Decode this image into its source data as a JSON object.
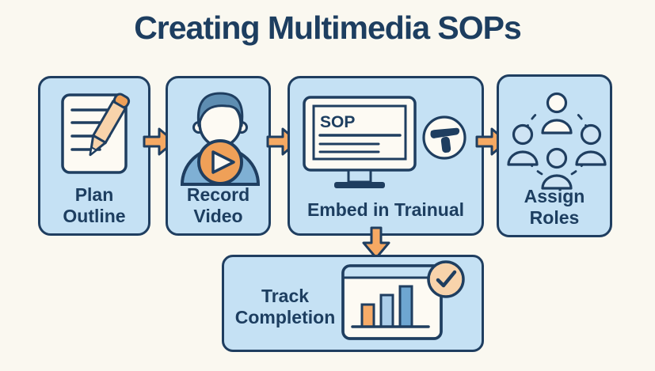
{
  "title": "Creating Multimedia SOPs",
  "flow": {
    "step1": {
      "line1": "Plan",
      "line2": "Outline"
    },
    "step2": {
      "line1": "Record",
      "line2": "Video"
    },
    "step3": {
      "label": "Embed in Trainual",
      "screen_label": "SOP"
    },
    "step4": {
      "line1": "Assign",
      "line2": "Roles"
    },
    "step5": {
      "line1": "Track",
      "line2": "Completion"
    }
  },
  "icons": {
    "step1": "document-pencil-icon",
    "step2": "person-video-icon",
    "step3_monitor": "sop-monitor-icon",
    "step3_logo": "trainual-logo-icon",
    "step4": "people-network-icon",
    "step5_chart": "bar-chart-icon",
    "step5_check": "checkmark-circle-icon",
    "between_steps": "arrow-right-icon",
    "to_step5": "arrow-down-icon"
  },
  "colors": {
    "background": "#faf8f0",
    "box_fill": "#c5e1f4",
    "outline_navy": "#1f3e60",
    "text_navy": "#1d3e60",
    "arrow_orange": "#f6a963",
    "peach": "#f8d3ab",
    "deep_orange": "#efa058",
    "hair_blue": "#5e8db1",
    "shoulder_blue": "#7fb0d4",
    "bar_light_blue": "#abceea",
    "bar_mid_blue": "#6ea6d1",
    "card_white": "#fdfaf3"
  }
}
